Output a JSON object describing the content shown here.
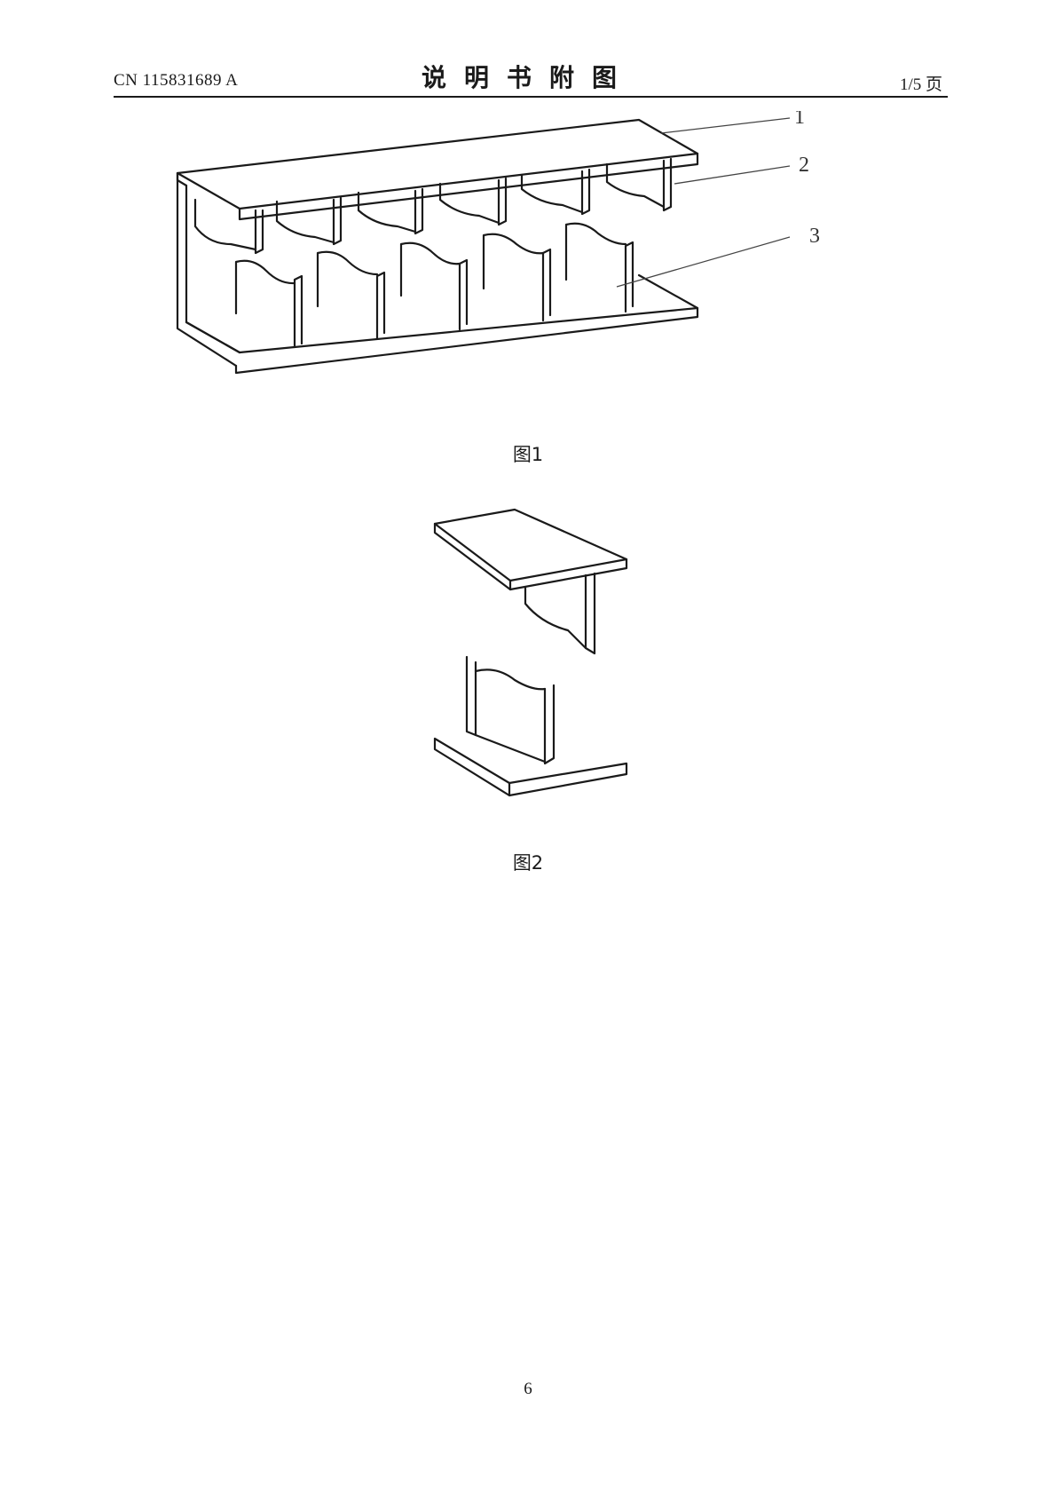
{
  "header": {
    "publication_number": "CN 115831689 A",
    "title": "说明书附图",
    "page_of": "1/5 页"
  },
  "figures": [
    {
      "caption": "图1",
      "callouts": [
        "1",
        "2",
        "3"
      ]
    },
    {
      "caption": "图2"
    }
  ],
  "footer": {
    "page_number": "6"
  }
}
